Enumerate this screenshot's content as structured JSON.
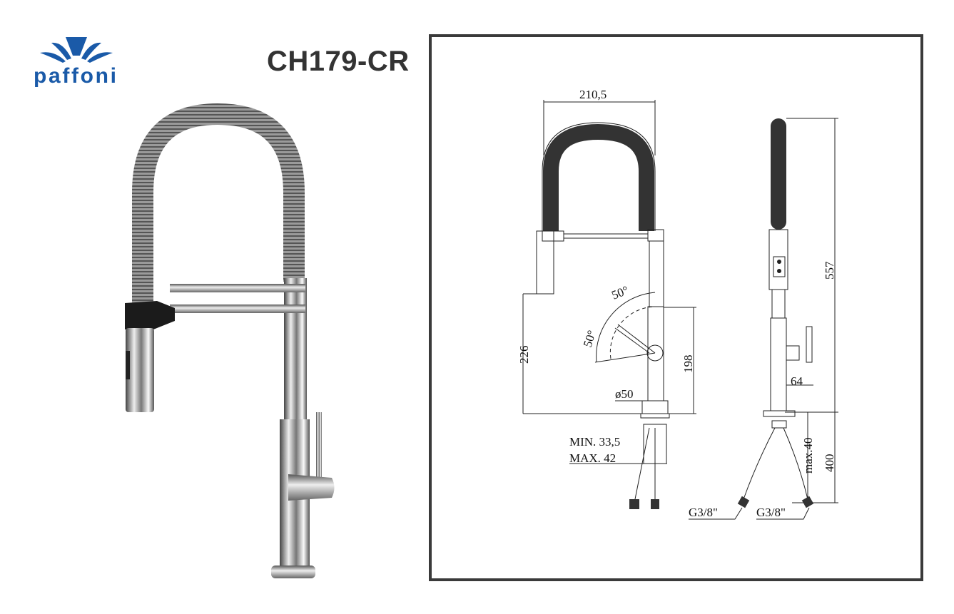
{
  "brand": {
    "logo_text": "paffoni",
    "color": "#1a5aa8"
  },
  "product": {
    "code": "CH179-CR"
  },
  "drawing": {
    "front": {
      "width": "210,5",
      "angle_top": "50°",
      "angle_side": "50°",
      "height_spout": "226",
      "height_lever": "198",
      "base_diameter": "ø50",
      "min_thickness": "MIN. 33,5",
      "max_thickness": "MAX. 42"
    },
    "side": {
      "total_height": "557",
      "lever_offset": "64",
      "max_deck": "max.40",
      "hose_length": "400",
      "connection_left": "G3/8\"",
      "connection_right": "G3/8\""
    }
  }
}
